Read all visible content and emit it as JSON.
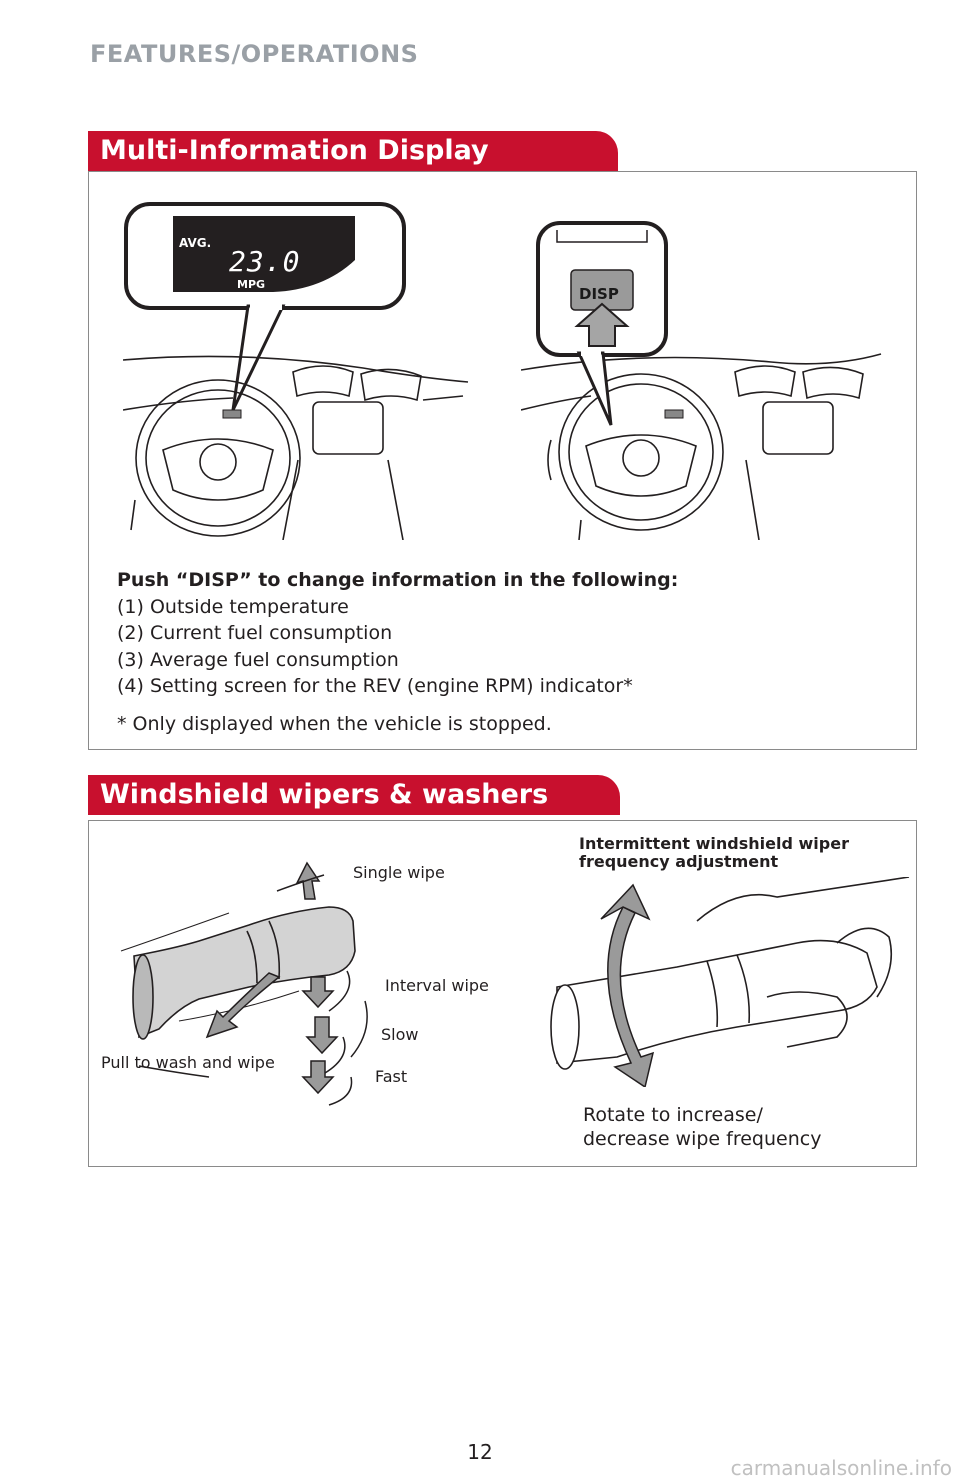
{
  "page": {
    "heading": "FEATURES/OPERATIONS",
    "page_number": "12",
    "watermark": "carmanualsonline.info"
  },
  "mid": {
    "title": "Multi-Information Display",
    "display_avg": "AVG.",
    "display_value": "23.0",
    "display_unit": "MPG",
    "disp_button": "DISP",
    "intro": "Push “DISP” to change information in the following:",
    "items": [
      "(1) Outside temperature",
      "(2) Current fuel consumption",
      "(3) Average fuel consumption",
      "(4) Setting screen for the REV (engine RPM) indicator*"
    ],
    "footnote": "* Only displayed when the vehicle is stopped."
  },
  "wipers": {
    "title": "Windshield wipers & washers",
    "single_wipe": "Single wipe",
    "interval_wipe": "Interval wipe",
    "slow": "Slow",
    "fast": "Fast",
    "pull_to_wash": "Pull to wash and wipe",
    "intermittent_title_line1": "Intermittent windshield wiper",
    "intermittent_title_line2": "frequency adjustment",
    "rotate_line1": "Rotate to increase/",
    "rotate_line2": "decrease wipe frequency"
  }
}
